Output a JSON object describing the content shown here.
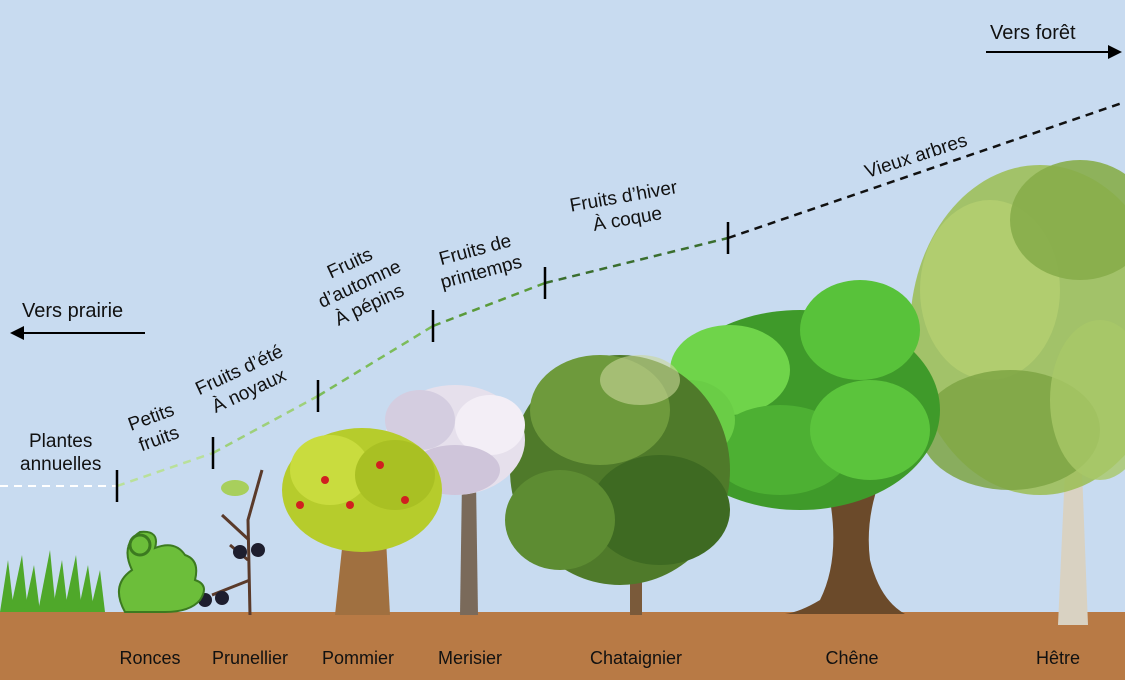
{
  "directions": {
    "left": "Vers prairie",
    "right": "Vers forêt"
  },
  "stages": [
    {
      "label": "Plantes\nannuelles"
    },
    {
      "label": "Petits\nfruits"
    },
    {
      "label": "Fruits d’été\nÀ noyaux"
    },
    {
      "label": "Fruits\nd’automne\nÀ pépins"
    },
    {
      "label": "Fruits de\nprintemps"
    },
    {
      "label": "Fruits d’hiver\nÀ coque"
    },
    {
      "label": "Vieux arbres"
    }
  ],
  "plants": [
    {
      "name": "Ronces"
    },
    {
      "name": "Prunellier"
    },
    {
      "name": "Pommier"
    },
    {
      "name": "Merisier"
    },
    {
      "name": "Chataignier"
    },
    {
      "name": "Chêne"
    },
    {
      "name": "Hêtre"
    }
  ],
  "colors": {
    "sky": "#c8dbf0",
    "ground": "#b87a45",
    "line_light": "#9ed07a",
    "line_mid": "#5a9a3a",
    "line_dark": "#3a6e2e",
    "line_black": "#111111"
  }
}
